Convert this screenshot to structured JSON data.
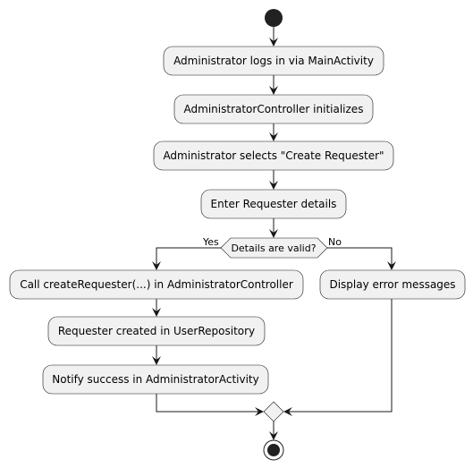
{
  "diagram": {
    "type": "activity",
    "nodes": {
      "login": "Administrator logs in via MainActivity",
      "controller_init": "AdministratorController initializes",
      "select_create": "Administrator selects \"Create Requester\"",
      "enter_details": "Enter Requester details",
      "decision": "Details are valid?",
      "decision_yes": "Yes",
      "decision_no": "No",
      "call_create": "Call createRequester(...) in AdministratorController",
      "created": "Requester created in UserRepository",
      "notify": "Notify success in AdministratorActivity",
      "error": "Display error messages"
    }
  }
}
